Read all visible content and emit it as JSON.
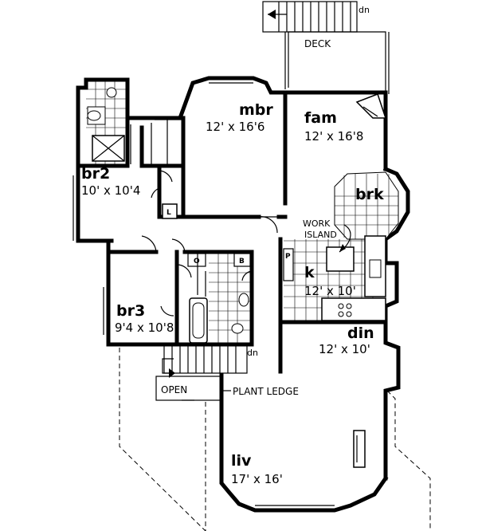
{
  "rooms": {
    "mbr": {
      "name": "mbr",
      "size": "12' x 16'6"
    },
    "fam": {
      "name": "fam",
      "size": "12' x 16'8"
    },
    "brk": {
      "name": "brk"
    },
    "br2": {
      "name": "br2",
      "size": "10' x 10'4"
    },
    "br3": {
      "name": "br3",
      "size": "9'4 x 10'8"
    },
    "kitchen": {
      "name": "k",
      "size": "12' x 10'"
    },
    "din": {
      "name": "din",
      "size": "12' x 10'"
    },
    "liv": {
      "name": "liv",
      "size": "17' x 16'"
    }
  },
  "labels": {
    "deck": "DECK",
    "work_island_1": "WORK",
    "work_island_2": "ISLAND",
    "plant_ledge": "PLANT LEDGE",
    "open": "OPEN",
    "dn_top": "dn",
    "dn_stair": "dn",
    "closet_l": "L",
    "closet_o": "O",
    "closet_b": "B",
    "pantry_p": "P"
  }
}
